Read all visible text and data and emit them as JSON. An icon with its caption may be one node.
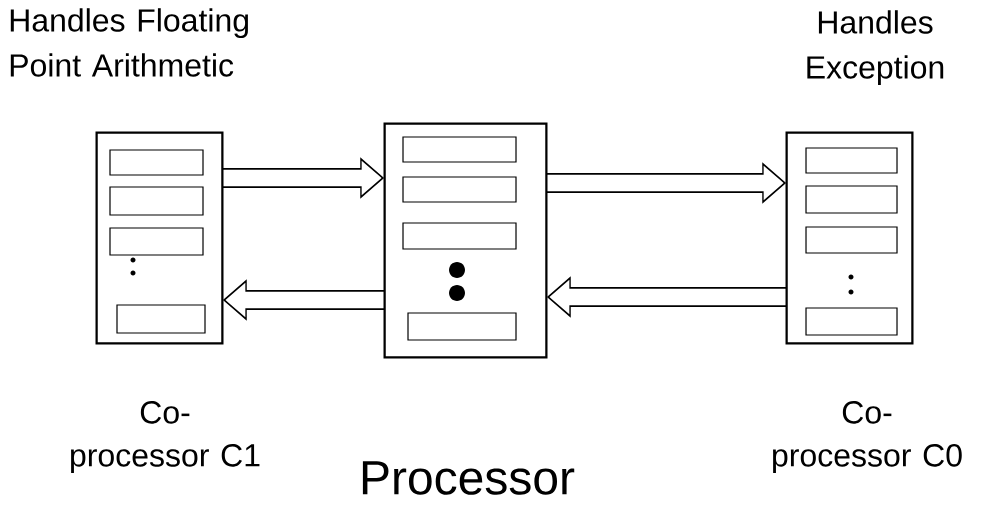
{
  "diagram": {
    "nodes": [
      {
        "text": [
          "Co-processor C1"
        ],
        "beside": [
          "Handles Floating Point Arithmetic"
        ]
      },
      {
        "text": [
          "Processor"
        ]
      },
      {
        "text": [
          "Co-processor C0"
        ],
        "beside": [
          "Handles Exception"
        ]
      }
    ],
    "edges": [
      {
        "from": 0,
        "to": 1,
        "arrow": "to"
      },
      {
        "from": 1,
        "to": 0,
        "arrow": "to"
      },
      {
        "from": 1,
        "to": 2,
        "arrow": "to"
      },
      {
        "from": 2,
        "to": 1,
        "arrow": "to"
      }
    ]
  }
}
